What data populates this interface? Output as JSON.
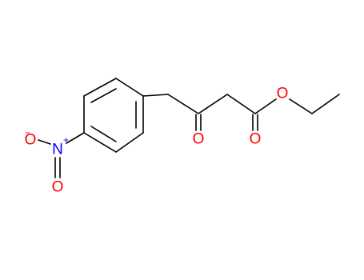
{
  "molecule": {
    "atoms": {
      "nitro_n": "N",
      "nitro_o_top": "O",
      "nitro_o_bottom": "O",
      "ketone_o": "O",
      "ester_carbonyl_o": "O",
      "ester_ether_o": "O"
    },
    "charges": {
      "nitro_n": "+",
      "nitro_o_top": "−"
    },
    "colors": {
      "bond": "#000000",
      "oxygen": "#ff0000",
      "nitrogen": "#0000ff",
      "background": "#ffffff"
    }
  }
}
